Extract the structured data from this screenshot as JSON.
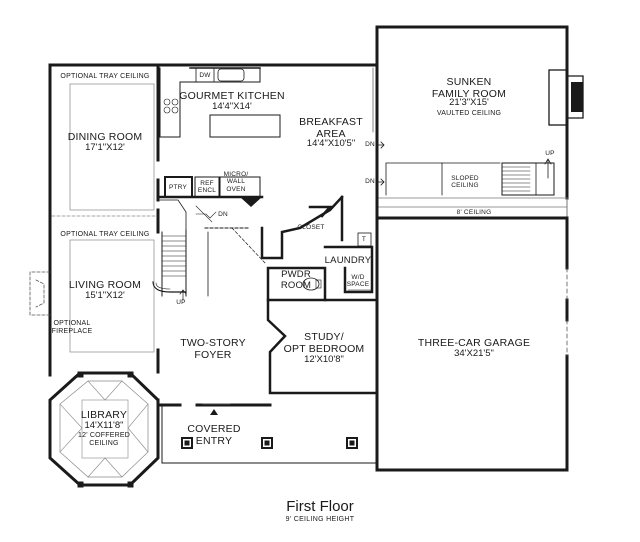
{
  "plan": {
    "title": "First Floor",
    "subtitle": "9' CEILING HEIGHT",
    "rooms": {
      "family_name": "SUNKEN\nFAMILY ROOM",
      "family_dims": "21'3\"X15'",
      "family_note": "VAULTED CEILING",
      "kitchen_name": "GOURMET KITCHEN",
      "kitchen_dims": "14'4\"X14'",
      "breakfast_name": "BREAKFAST\nAREA",
      "breakfast_dims": "14'4\"X10'5\"",
      "dining_name": "DINING ROOM",
      "dining_dims": "17'1\"X12'",
      "living_name": "LIVING ROOM",
      "living_dims": "15'1\"X12'",
      "library_name": "LIBRARY",
      "library_dims": "14'X11'8\"",
      "library_note": "12' COFFERED\nCEILING",
      "foyer_name": "TWO-STORY\nFOYER",
      "study_name": "STUDY/\nOPT BEDROOM",
      "study_dims": "12'X10'8\"",
      "garage_name": "THREE-CAR GARAGE",
      "garage_dims": "34'X21'5\"",
      "entry_name": "COVERED\nENTRY",
      "powder_name": "PWDR\nROOM",
      "laundry_name": "LAUNDRY",
      "closet_name": "CLOSET",
      "pantry_name": "PTRY",
      "ref_name": "REF\nENCL",
      "micro_name": "MICRO/\nWALL\nOVEN",
      "dw_name": "DW",
      "wd_name": "W/D\nSPACE",
      "sloped_name": "SLOPED\nCEILING",
      "eight_ceiling": "8' CEILING"
    },
    "notes": {
      "tray_1": "OPTIONAL TRAY CEILING",
      "tray_2": "OPTIONAL TRAY CEILING",
      "fireplace": "OPTIONAL\nFIREPLACE"
    },
    "stairs": {
      "up_main": "UP",
      "dn_main": "DN",
      "dn_1": "DN",
      "dn_2": "DN",
      "up_family": "UP",
      "t_mark": "T"
    }
  }
}
